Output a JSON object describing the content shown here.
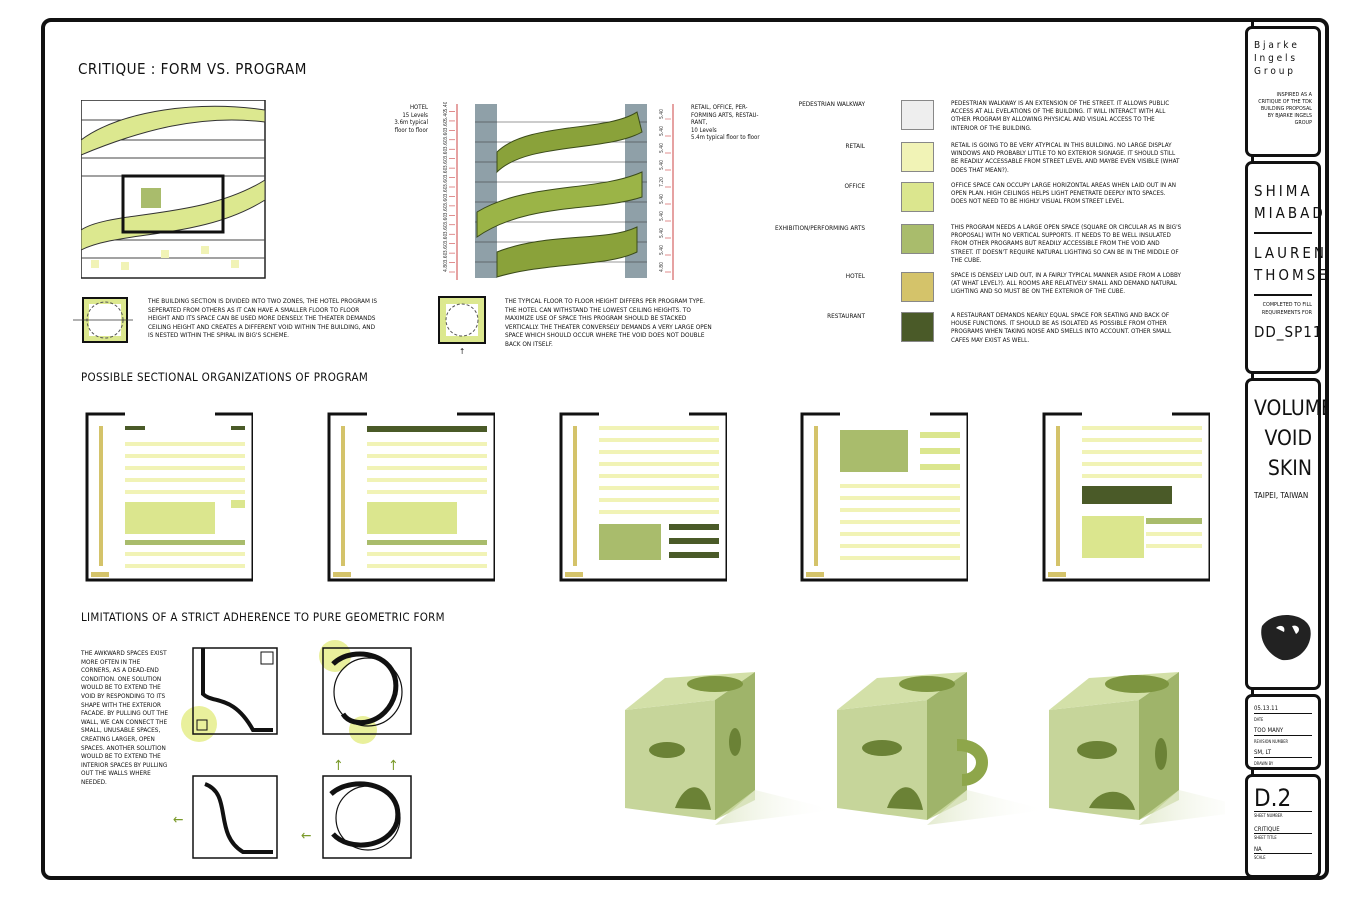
{
  "title": "CRITIQUE : FORM VS. PROGRAM",
  "section_text": "THE BUILDING SECTION IS DIVIDED INTO TWO ZONES, THE HOTEL PROGRAM IS SEPERATED FROM OTHERS AS IT CAN HAVE A SMALLER FLOOR TO FLOOR HEIGHT AND ITS SPACE CAN BE USED MORE DENSELY. THE THEATER DEMANDS CEILING HEIGHT AND CREATES A DIFFERENT VOID WITHIN THE BUILDING, AND IS NESTED WITHIN THE SPIRAL IN BIG'S SCHEME.",
  "floor_text": "THE TYPICAL FLOOR TO FLOOR HEIGHT DIFFERS PER PROGRAM TYPE. THE HOTEL CAN WITHSTAND THE LOWEST CEILING HEIGHTS. TO MAXIMIZE USE OF SPACE THIS PROGRAM SHOULD BE STACKED VERTICALLY. THE THEATER CONVERSELY DEMANDS A VERY LARGE OPEN SPACE WHICH SHOULD OCCUR WHERE THE VOID DOES NOT DOUBLE BACK ON ITSELF.",
  "hotel_label": [
    "HOTEL",
    "15 Levels",
    "3.6m typical",
    "floor to floor"
  ],
  "retail_label": [
    "RETAIL, OFFICE, PER-",
    "FORMING ARTS, RESTAU-",
    "RANT,",
    "10 Levels",
    "5.4m typical floor to floor"
  ],
  "left_dims": [
    "4.80",
    "3.60",
    "3.60",
    "3.60",
    "3.60",
    "3.60",
    "3.60",
    "3.60",
    "3.60",
    "3.60",
    "3.60",
    "3.60",
    "3.60",
    "3.60",
    "3.60",
    "3.60",
    "5.40",
    "5.40"
  ],
  "right_dims": [
    "4.80",
    "5.40",
    "5.40",
    "5.40",
    "5.40",
    "7.20",
    "5.40",
    "5.40",
    "5.40",
    "5.40"
  ],
  "legend": [
    {
      "label": "PEDESTRIAN WALKWAY",
      "color": "#eeeeee",
      "desc": "PEDESTRIAN WALKWAY IS AN EXTENSION OF THE STREET. IT ALLOWS PUBLIC ACCESS AT ALL EVELATIONS OF THE BUILDING. IT WILL INTERACT WITH ALL OTHER PROGRAM BY ALLOWING PHYSICAL AND VISUAL ACCESS TO THE INTERIOR OF THE BUILDING."
    },
    {
      "label": "RETAIL",
      "color": "#f1f3b6",
      "desc": "RETAIL IS GOING TO BE VERY ATYPICAL IN THIS BUILDING. NO LARGE DISPLAY WINDOWS AND PROBABLY LITTLE TO NO EXTERIOR SIGNAGE. IT SHOULD STILL BE READILY ACCESSABLE FROM STREET LEVEL AND MAYBE EVEN VISIBLE (WHAT DOES THAT MEAN?)."
    },
    {
      "label": "OFFICE",
      "color": "#dbe68e",
      "desc": "OFFICE SPACE CAN OCCUPY LARGE HORIZONTAL AREAS WHEN LAID OUT IN AN OPEN PLAN. HIGH CEILINGS HELPS LIGHT PENETRATE DEEPLY INTO SPACES. DOES NOT NEED TO BE HIGHLY VISUAL FROM STREET LEVEL."
    },
    {
      "label": "EXHIBITION/PERFORMING ARTS",
      "color": "#a9bc6c",
      "desc": "THIS PROGRAM NEEDS A LARGE OPEN SPACE (SQUARE OR CIRCULAR AS IN BIG'S PROPOSAL) WITH NO VERTICAL SUPPORTS. IT NEEDS TO BE WELL INSULATED FROM OTHER PROGRAMS BUT READILY ACCESSIBLE FROM THE VOID AND STREET. IT DOESN'T REQUIRE NATURAL LIGHTING SO CAN BE IN THE MIDDLE OF THE CUBE."
    },
    {
      "label": "HOTEL",
      "color": "#d4c36a",
      "desc": "SPACE IS DENSELY LAID OUT, IN A FAIRLY TYPICAL MANNER ASIDE FROM A LOBBY (AT WHAT LEVEL?). ALL ROOMS ARE RELATIVELY SMALL AND DEMAND NATURAL LIGHTING AND SO MUST BE ON THE EXTERIOR OF THE CUBE."
    },
    {
      "label": "RESTAURANT",
      "color": "#4a5a28",
      "desc": "A RESTAURANT DEMANDS NEARLY EQUAL SPACE FOR SEATING AND BACK OF HOUSE FUNCTIONS. IT SHOULD BE AS ISOLATED AS POSSIBLE FROM OTHER PROGRAMS WHEN TAKING NOISE AND SMELLS INTO ACCOUNT. OTHER SMALL CAFES MAY EXIST AS WELL."
    }
  ],
  "sectional_heading": "POSSIBLE SECTIONAL ORGANIZATIONS OF PROGRAM",
  "limitations_heading": "LIMITATIONS OF A STRICT ADHERENCE TO PURE GEOMETRIC FORM",
  "limitations_text": "THE AWKWARD SPACES EXIST MORE OFTEN IN THE CORNERS, AS A DEAD-END CONDITION. ONE SOLUTION WOULD BE TO EXTEND THE VOID BY RESPONDING TO ITS SHAPE WITH THE EXTERIOR FACADE. BY PULLING OUT THE WALL, WE CAN CONNECT THE SMALL, UNUSABLE SPACES, CREATING LARGER, OPEN SPACES. ANOTHER SOLUTION WOULD BE TO EXTEND THE INTERIOR SPACES BY PULLING OUT THE WALLS WHERE NEEDED.",
  "titleblock": {
    "firm": [
      "B j a r k e",
      "I n g e l s",
      "G r o u p"
    ],
    "inspired": "INSPIRED AS A CRITIQUE OF THE TDK BUILDING PROPOSAL BY BJARKE INGELS GROUP",
    "name1": [
      "SHIMA",
      "MIABADI"
    ],
    "name2": [
      "LAUREN",
      "THOMSEN"
    ],
    "completed": "COMPLETED TO FILL REQUIREMENTS FOR",
    "course": "DD_SP11",
    "project": [
      "VOLUME",
      "VOID",
      "SKIN"
    ],
    "location": "TAIPEI, TAIWAN",
    "date": "05.13.11",
    "date_label": "DATE",
    "revision": "TOO MANY",
    "revision_label": "REVISION NUMBER",
    "drawn": "SM, LT",
    "drawn_label": "DRAWN BY",
    "sheet": "D.2",
    "sheet_label": "SHEET NUMBER",
    "sheet_title": "CRITIQUE",
    "sheet_title_label": "SHEET TITLE",
    "scale": "NA",
    "scale_label": "SCALE"
  },
  "colors": {
    "retail": "#f1f3b6",
    "office": "#dbe68e",
    "arts": "#a9bc6c",
    "hotel": "#d4c36a",
    "restaurant": "#4a5a28",
    "cube": "#b8c98a"
  }
}
